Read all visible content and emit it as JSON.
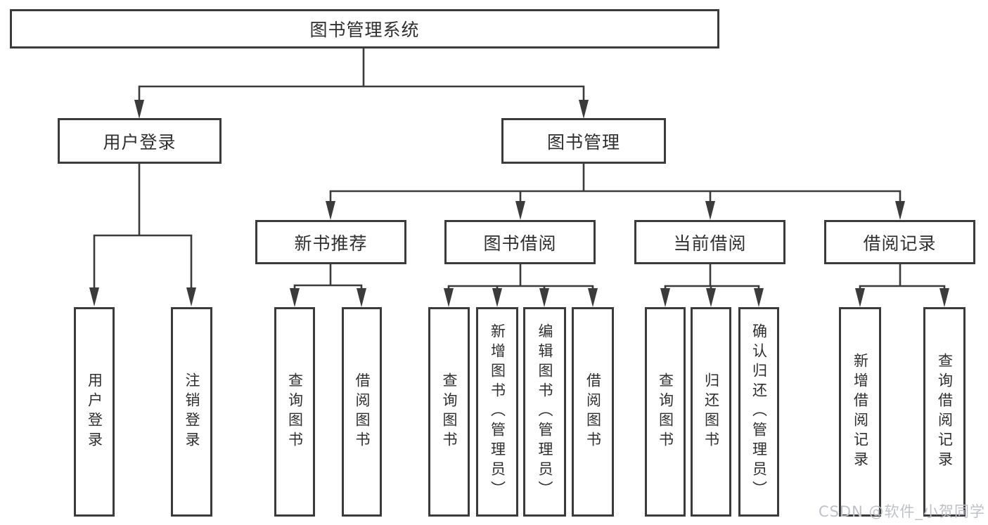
{
  "diagram": {
    "root": {
      "label": "图书管理系统"
    },
    "branches": {
      "user_login": {
        "label": "用户登录",
        "children": [
          "用户登录",
          "注销登录"
        ]
      },
      "book_management": {
        "label": "图书管理",
        "children": {
          "new_book_recommend": {
            "label": "新书推荐",
            "children": [
              "查询图书",
              "借阅图书"
            ]
          },
          "book_borrow": {
            "label": "图书借阅",
            "children": [
              "查询图书",
              "新增图书（管理员）",
              "编辑图书（管理员）",
              "借阅图书"
            ]
          },
          "current_borrow": {
            "label": "当前借阅",
            "children": [
              "查询图书",
              "归还图书",
              "确认归还（管理员）"
            ]
          },
          "borrow_record": {
            "label": "借阅记录",
            "children": [
              "新增借阅记录",
              "查询借阅记录"
            ]
          }
        }
      }
    },
    "watermark": "CSDN @软件_小贺同学"
  },
  "colors": {
    "line": "#3b3b3b",
    "text": "#2f2f2f",
    "box_bg": "#ffffff",
    "watermark": "#bfc1c8"
  }
}
